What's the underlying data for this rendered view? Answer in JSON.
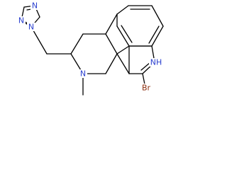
{
  "structure": {
    "atoms": {
      "triazole_n1": "N",
      "triazole_n2": "N",
      "triazole_n4": "N",
      "piperidine_n": "N",
      "methyl": "",
      "indole_nh": "NH",
      "bromine": "Br"
    },
    "colors": {
      "nitrogen": "#2a3fcf",
      "bromine": "#8b2e0f",
      "bond": "#000000",
      "background": "#ffffff"
    }
  }
}
